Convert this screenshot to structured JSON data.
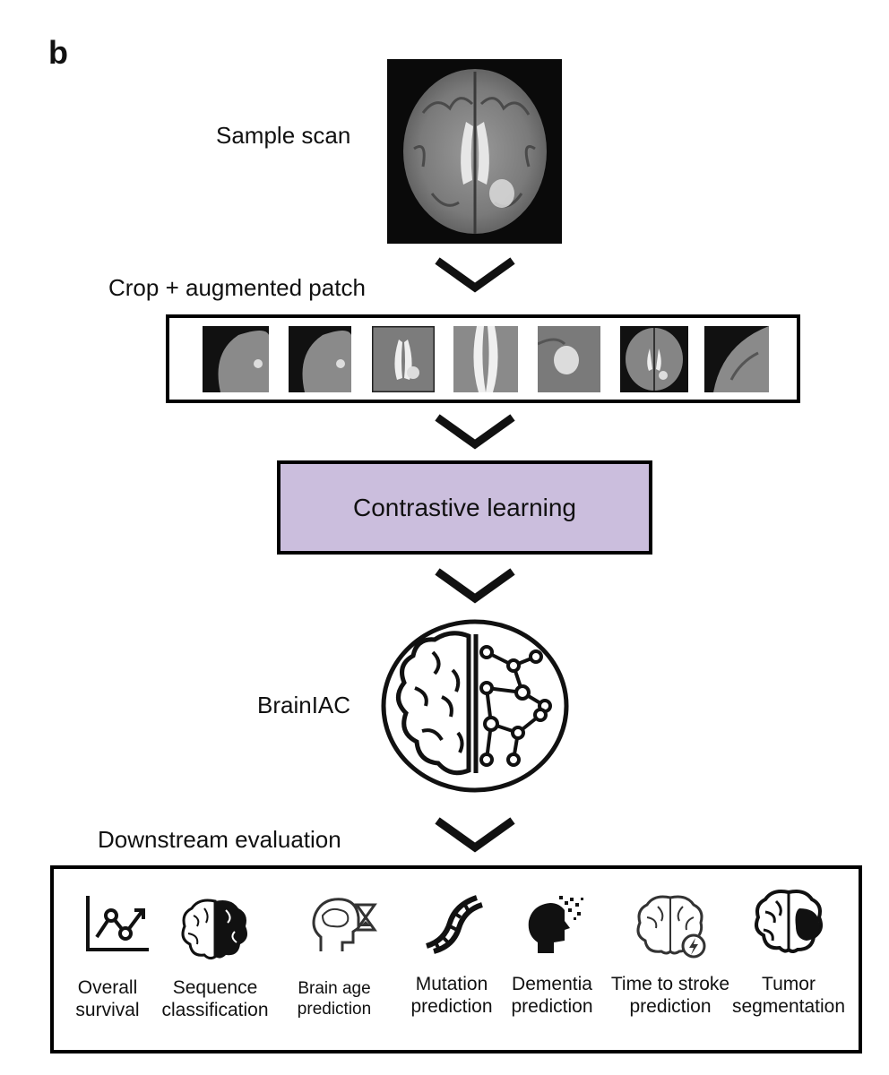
{
  "panel_letter": "b",
  "flow": {
    "sample_scan": "Sample scan",
    "crop_patch": "Crop + augmented patch",
    "contrastive": "Contrastive learning",
    "model": "BrainIAC",
    "downstream": "Downstream evaluation"
  },
  "tasks": [
    {
      "line1": "Overall",
      "line2": "survival",
      "icon": "survival-curve-icon"
    },
    {
      "line1": "Sequence",
      "line2": "classification",
      "icon": "brain-halves-icon"
    },
    {
      "line1": "Brain age",
      "line2": "prediction",
      "icon": "head-hourglass-icon"
    },
    {
      "line1": "Mutation",
      "line2": "prediction",
      "icon": "dna-icon"
    },
    {
      "line1": "Dementia",
      "line2": "prediction",
      "icon": "head-dissolve-icon"
    },
    {
      "line1": "Time to stroke",
      "line2": "prediction",
      "icon": "brain-lightning-icon"
    },
    {
      "line1": "Tumor",
      "line2": "segmentation",
      "icon": "brain-tumor-icon"
    }
  ],
  "colors": {
    "contrastive_box": "#cbbedd",
    "outline": "#000000"
  }
}
